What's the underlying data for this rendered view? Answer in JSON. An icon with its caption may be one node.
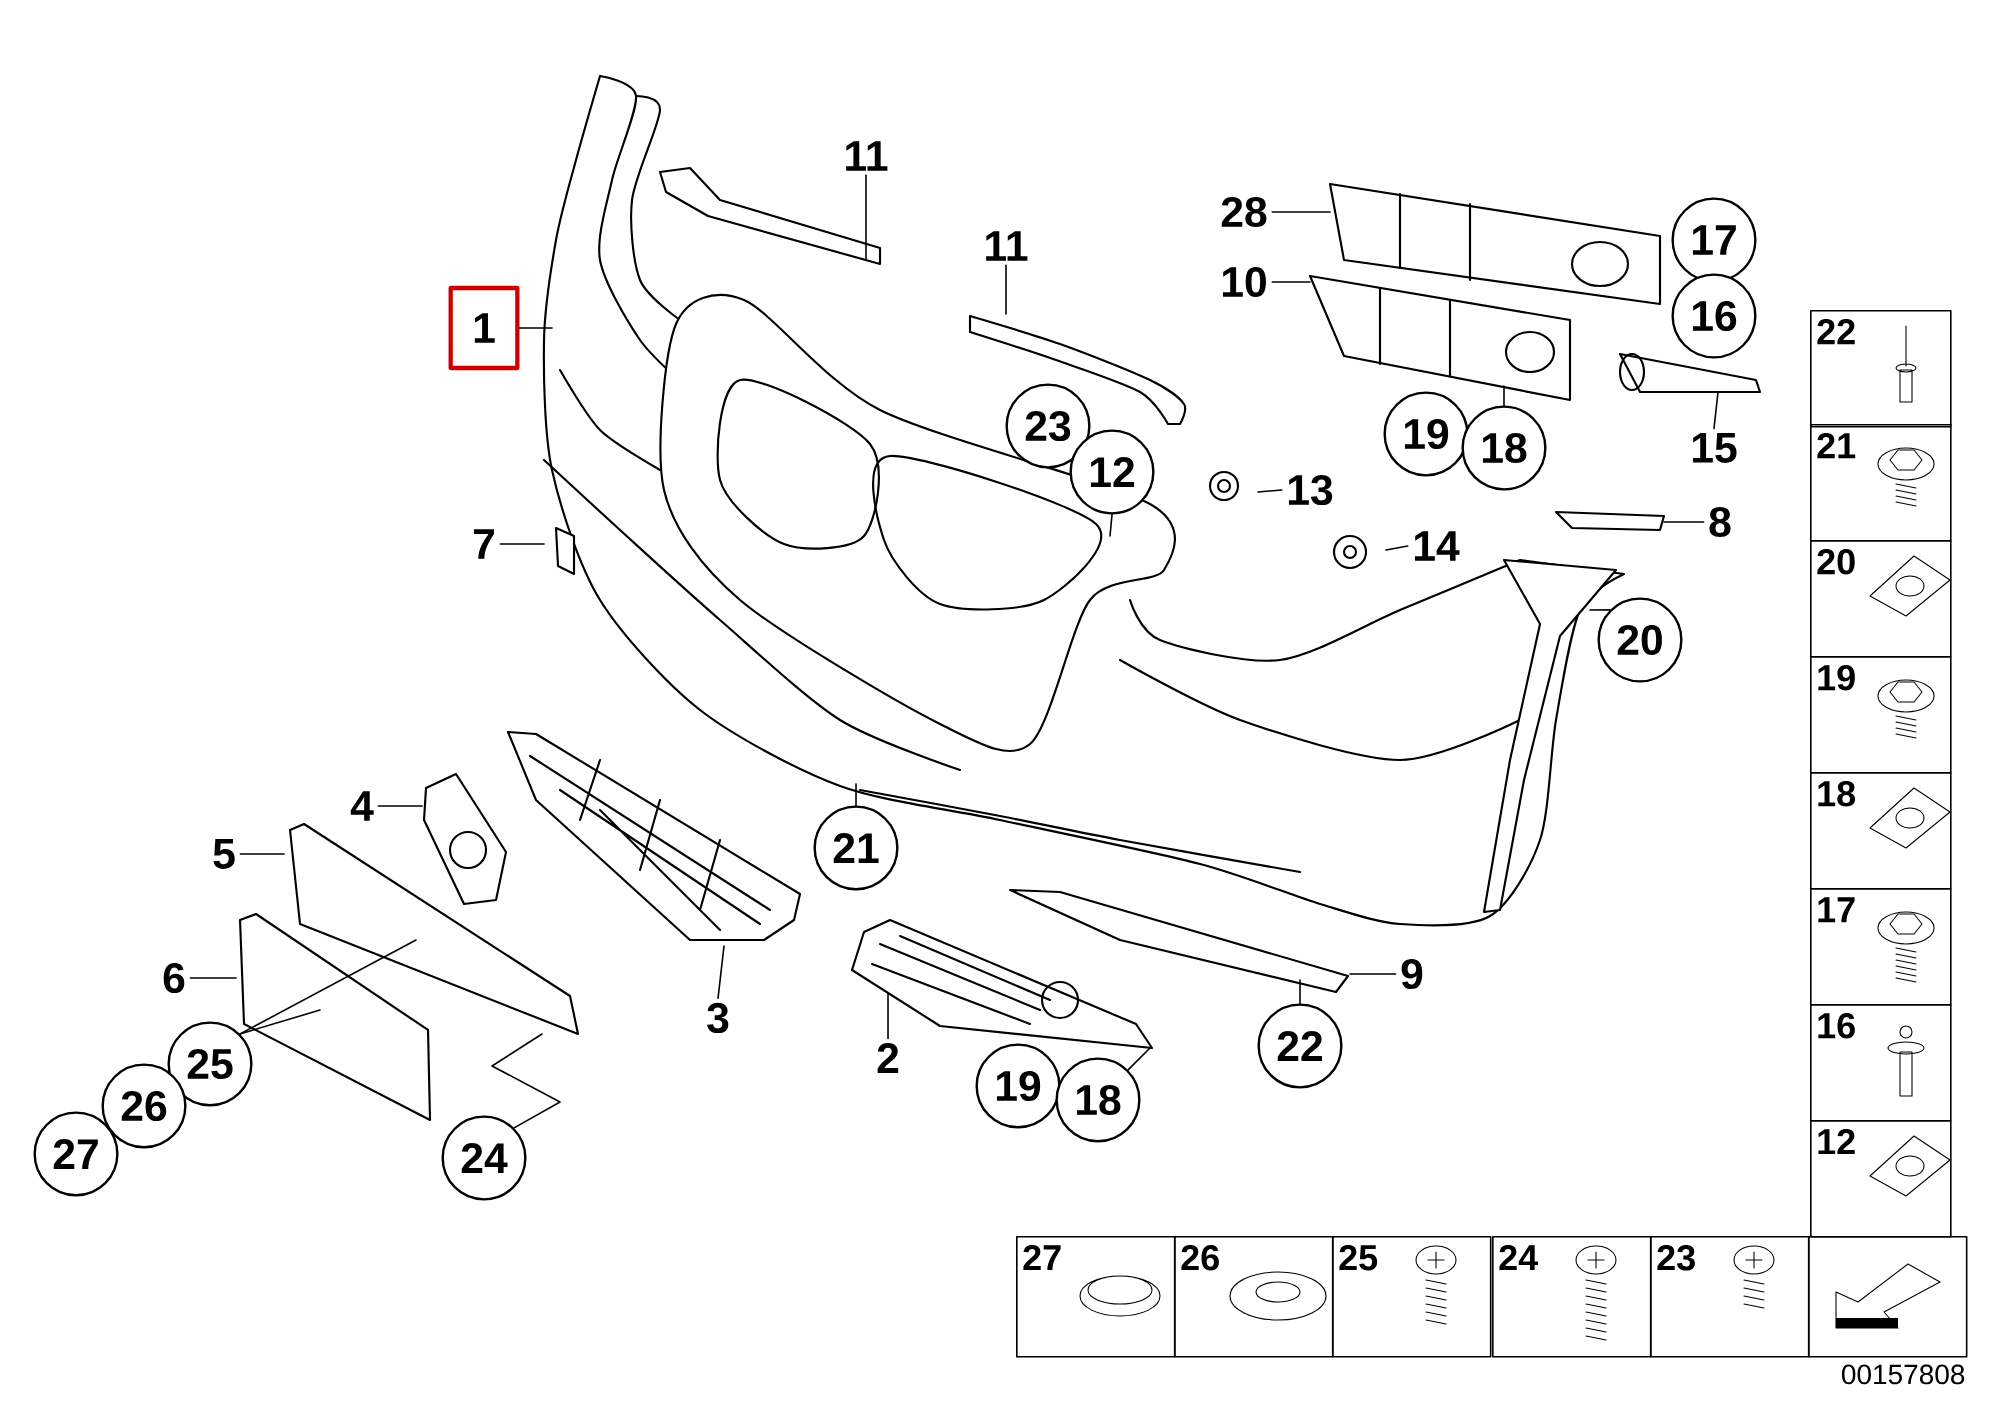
{
  "diagram": {
    "nodes": [
      {
        "text": [
          "1"
        ]
      },
      {
        "text": [
          "11"
        ]
      },
      {
        "text": [
          "11"
        ]
      },
      {
        "text": [
          "28"
        ]
      },
      {
        "text": [
          "10"
        ]
      },
      {
        "text": [
          "17"
        ]
      },
      {
        "text": [
          "16"
        ]
      },
      {
        "text": [
          "23"
        ]
      },
      {
        "text": [
          "12"
        ]
      },
      {
        "text": [
          "19"
        ]
      },
      {
        "text": [
          "18"
        ]
      },
      {
        "text": [
          "15"
        ]
      },
      {
        "text": [
          "13"
        ]
      },
      {
        "text": [
          "14"
        ]
      },
      {
        "text": [
          "7"
        ]
      },
      {
        "text": [
          "8"
        ]
      },
      {
        "text": [
          "20"
        ]
      },
      {
        "text": [
          "21"
        ]
      },
      {
        "text": [
          "4"
        ]
      },
      {
        "text": [
          "5"
        ]
      },
      {
        "text": [
          "6"
        ]
      },
      {
        "text": [
          "9"
        ]
      },
      {
        "text": [
          "3"
        ]
      },
      {
        "text": [
          "2"
        ]
      },
      {
        "text": [
          "22"
        ]
      },
      {
        "text": [
          "25"
        ]
      },
      {
        "text": [
          "19"
        ]
      },
      {
        "text": [
          "18"
        ]
      },
      {
        "text": [
          "26"
        ]
      },
      {
        "text": [
          "27"
        ]
      },
      {
        "text": [
          "24"
        ]
      },
      {
        "text": [
          "22"
        ]
      },
      {
        "text": [
          "21"
        ]
      },
      {
        "text": [
          "20"
        ]
      },
      {
        "text": [
          "19"
        ]
      },
      {
        "text": [
          "18"
        ]
      },
      {
        "text": [
          "17"
        ]
      },
      {
        "text": [
          "16"
        ]
      },
      {
        "text": [
          "12"
        ]
      },
      {
        "text": [
          "27"
        ]
      },
      {
        "text": [
          "26"
        ]
      },
      {
        "text": [
          "25"
        ]
      },
      {
        "text": [
          "24"
        ]
      },
      {
        "text": [
          "23"
        ]
      },
      {
        "text": [],
        "shape": "box"
      }
    ],
    "edges": [
      {
        "from": 0,
        "to": null,
        "arrow": "none"
      },
      {
        "from": 1,
        "to": null,
        "arrow": "none"
      },
      {
        "from": 2,
        "to": null,
        "arrow": "none"
      },
      {
        "from": 3,
        "to": null,
        "arrow": "none"
      },
      {
        "from": 4,
        "to": null,
        "arrow": "none"
      },
      {
        "from": 8,
        "to": null,
        "arrow": "none"
      },
      {
        "from": 10,
        "to": null,
        "arrow": "none"
      },
      {
        "from": 11,
        "to": null,
        "arrow": "none"
      },
      {
        "from": 12,
        "to": null,
        "arrow": "none"
      },
      {
        "from": 13,
        "to": null,
        "arrow": "none"
      },
      {
        "from": 14,
        "to": null,
        "arrow": "none"
      },
      {
        "from": 15,
        "to": null,
        "arrow": "none"
      },
      {
        "from": 16,
        "to": null,
        "arrow": "none"
      },
      {
        "from": 17,
        "to": null,
        "arrow": "none"
      },
      {
        "from": 18,
        "to": null,
        "arrow": "none"
      },
      {
        "from": 19,
        "to": null,
        "arrow": "none"
      },
      {
        "from": 20,
        "to": null,
        "arrow": "none"
      },
      {
        "from": 21,
        "to": null,
        "arrow": "none"
      },
      {
        "from": 22,
        "to": null,
        "arrow": "none"
      },
      {
        "from": 23,
        "to": null,
        "arrow": "none"
      },
      {
        "from": 24,
        "to": null,
        "arrow": "none"
      },
      {
        "from": 25,
        "to": null,
        "arrow": "none"
      },
      {
        "from": 25,
        "to": null,
        "arrow": "none"
      },
      {
        "from": 27,
        "to": null,
        "arrow": "none"
      },
      {
        "from": 30,
        "to": null,
        "arrow": "none"
      }
    ],
    "labels": [
      "00157808"
    ]
  }
}
